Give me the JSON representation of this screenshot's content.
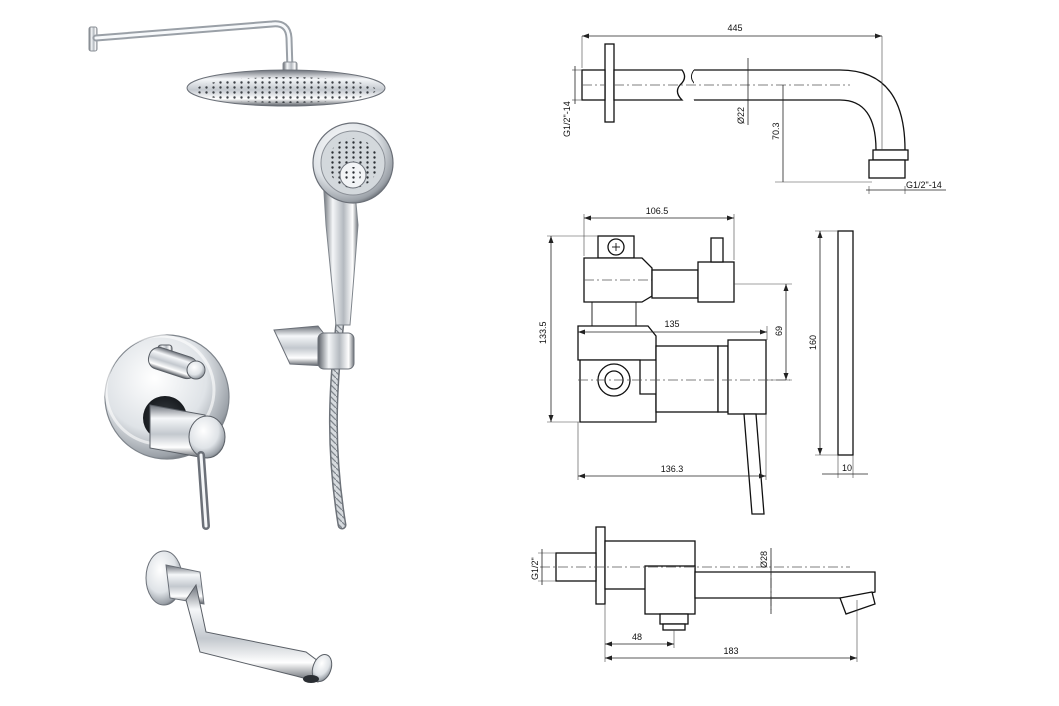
{
  "drawings": {
    "shower_arm": {
      "length_label": "445",
      "pipe_diameter_label": "Ø22",
      "drop_label": "70.3",
      "inlet_thread_label": "G1/2\"-14",
      "outlet_thread_label": "G1/2\"-14"
    },
    "mixer_valve": {
      "top_width_label": "106.5",
      "height_label": "133.5",
      "body_width_label": "135",
      "upper_height_label": "69",
      "bottom_width_label": "136.3"
    },
    "cover_plate": {
      "height_label": "160",
      "thickness_label": "10"
    },
    "bath_spout": {
      "inlet_thread_label": "G1/2\"",
      "diameter_label": "Ø28",
      "offset_label": "48",
      "length_label": "183"
    }
  },
  "product_photos": [
    {
      "item": "rain-shower-head-with-arm"
    },
    {
      "item": "hand-shower-with-bracket-and-hose"
    },
    {
      "item": "diverter-mixer-with-round-plate"
    },
    {
      "item": "bath-spout"
    }
  ],
  "colors": {
    "chrome_light": "#f4f6f8",
    "chrome_mid": "#b9bec4",
    "chrome_dark": "#4a4f55",
    "line": "#111111"
  }
}
